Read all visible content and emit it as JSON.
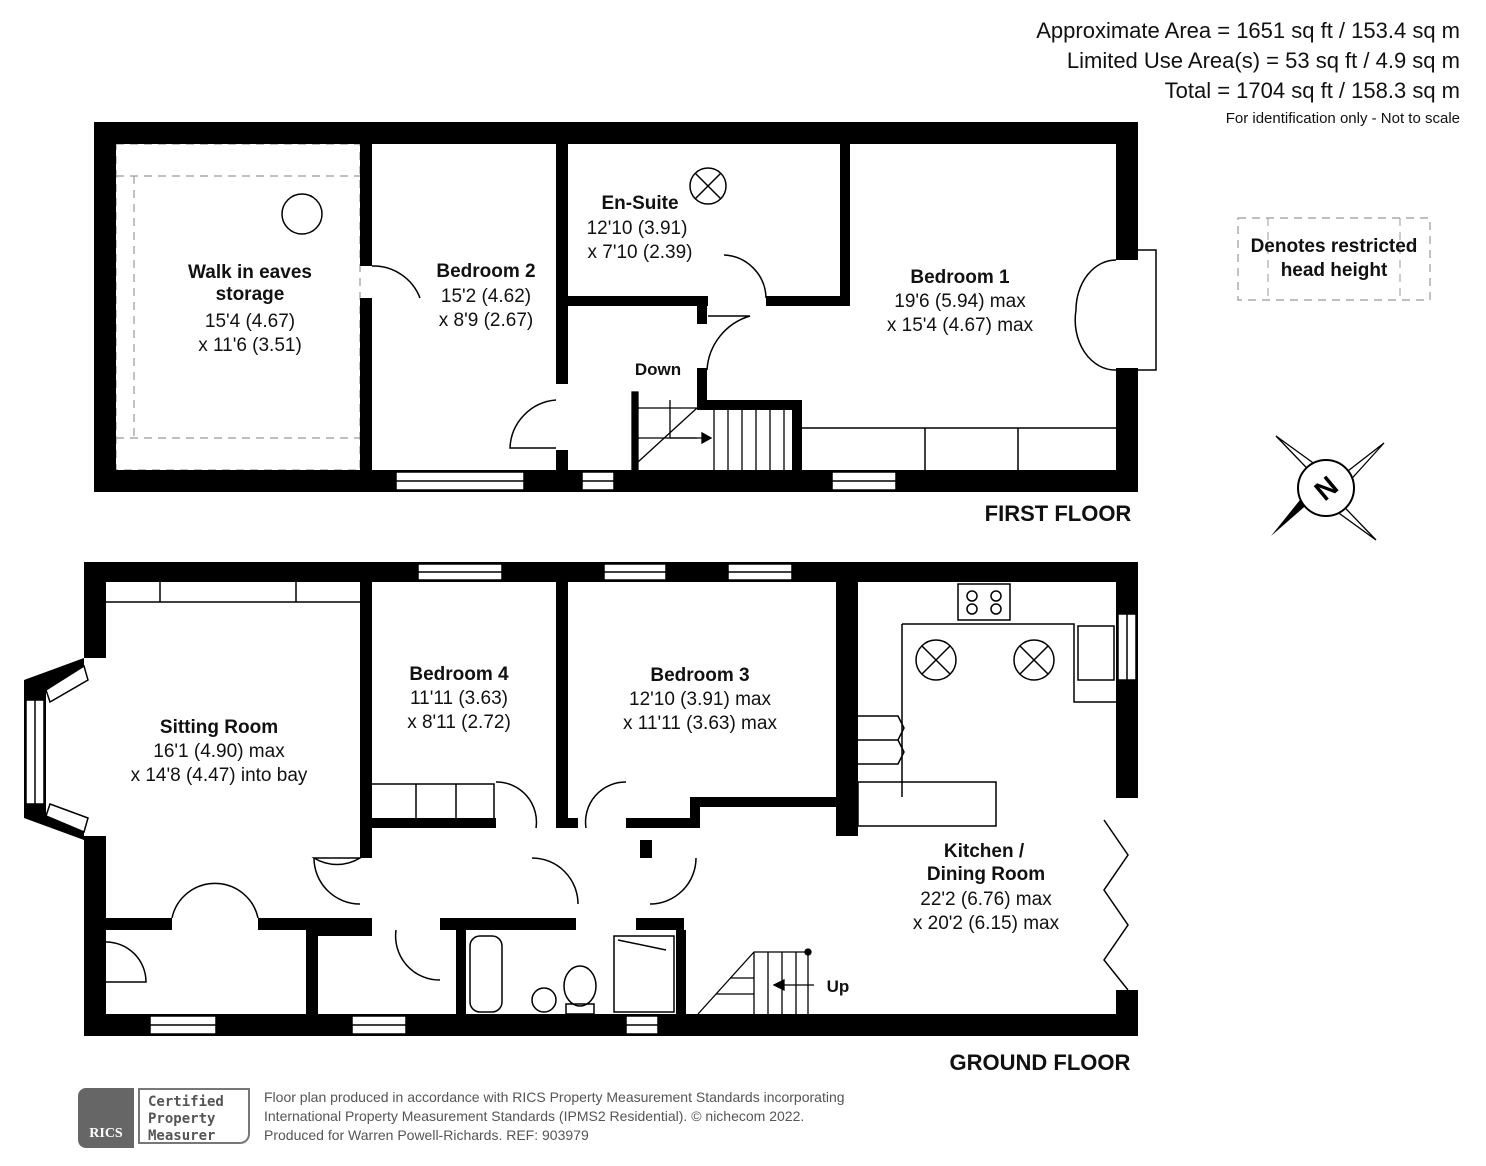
{
  "areas": {
    "approximate": "Approximate Area = 1651 sq ft / 153.4 sq m",
    "limited_use": "Limited Use Area(s) = 53 sq ft / 4.9 sq m",
    "total": "Total = 1704 sq ft / 158.3 sq m",
    "note": "For identification only - Not to scale"
  },
  "legend": {
    "line1": "Denotes restricted",
    "line2": "head height"
  },
  "compass": {
    "label": "N"
  },
  "first_floor": {
    "title": "FIRST FLOOR",
    "rooms": {
      "eaves": {
        "name1": "Walk in eaves",
        "name2": "storage",
        "dim1": "15'4 (4.67)",
        "dim2": "x 11'6 (3.51)"
      },
      "bedroom2": {
        "name": "Bedroom 2",
        "dim1": "15'2 (4.62)",
        "dim2": "x 8'9 (2.67)"
      },
      "ensuite": {
        "name": "En-Suite",
        "dim1": "12'10 (3.91)",
        "dim2": "x 7'10 (2.39)"
      },
      "bedroom1": {
        "name": "Bedroom 1",
        "dim1": "19'6 (5.94) max",
        "dim2": "x 15'4 (4.67) max"
      }
    },
    "stairs_label": "Down"
  },
  "ground_floor": {
    "title": "GROUND FLOOR",
    "rooms": {
      "sitting": {
        "name": "Sitting Room",
        "dim1": "16'1 (4.90) max",
        "dim2": "x 14'8 (4.47) into bay"
      },
      "bedroom4": {
        "name": "Bedroom 4",
        "dim1": "11'11 (3.63)",
        "dim2": "x 8'11 (2.72)"
      },
      "bedroom3": {
        "name": "Bedroom 3",
        "dim1": "12'10 (3.91) max",
        "dim2": "x 11'11 (3.63) max"
      },
      "kitchen": {
        "name1": "Kitchen /",
        "name2": "Dining Room",
        "dim1": "22'2 (6.76) max",
        "dim2": "x 20'2 (6.15) max"
      }
    },
    "stairs_label": "Up"
  },
  "footer": {
    "badge_logo": "RICS",
    "badge_line1": "Certified",
    "badge_line2": "Property",
    "badge_line3": "Measurer",
    "line1": "Floor plan produced in accordance with RICS Property Measurement Standards incorporating",
    "line2": "International Property Measurement Standards (IPMS2 Residential).   © nichecom 2022.",
    "line3": "Produced for Warren Powell-Richards.   REF:  903979"
  }
}
